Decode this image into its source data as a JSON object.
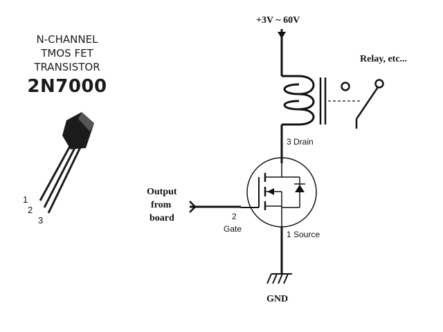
{
  "component": {
    "line1": "N-CHANNEL",
    "line2": "TMOS FET",
    "line3": "TRANSISTOR",
    "part_number": "2N7000"
  },
  "pins": [
    "1",
    "2",
    "3"
  ],
  "circuit": {
    "supply": "+3V ~ 60V",
    "relay": "Relay, etc...",
    "drain": "3  Drain",
    "source": "1  Source",
    "gate_pin": "2",
    "gate": "Gate",
    "input_line1": "Output",
    "input_line2": "from",
    "input_line3": "board",
    "ground": "GND"
  }
}
